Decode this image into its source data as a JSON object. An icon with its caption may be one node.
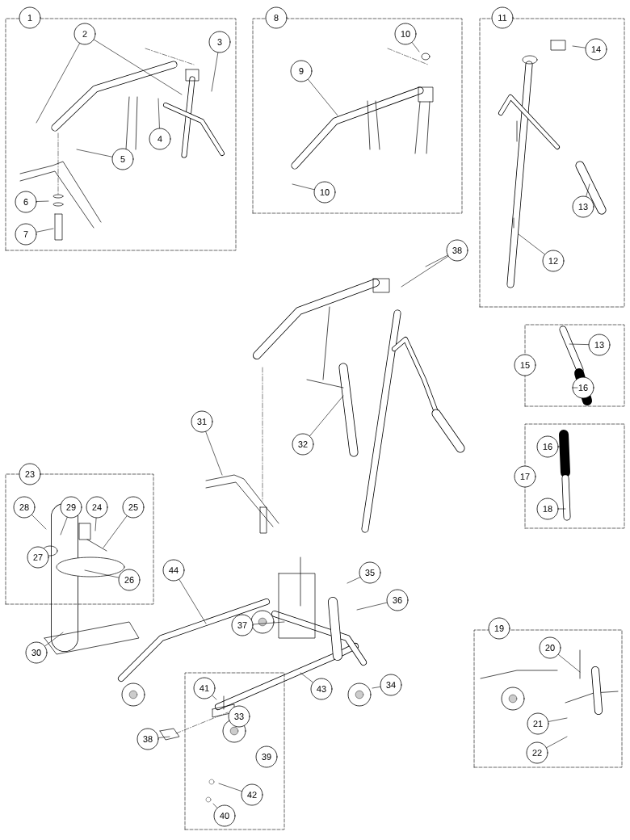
{
  "diagram": {
    "nodes": [
      {
        "text": [],
        "shape": "box"
      },
      {
        "text": [
          "1"
        ]
      },
      {
        "text": [
          "2"
        ],
        "in": 0
      },
      {
        "text": [
          "3"
        ],
        "in": 0
      },
      {
        "text": [
          "4"
        ],
        "in": 0
      },
      {
        "text": [
          "5"
        ],
        "in": 0
      },
      {
        "text": [
          "6"
        ],
        "in": 0
      },
      {
        "text": [
          "7"
        ],
        "in": 0
      },
      {
        "text": [],
        "shape": "box"
      },
      {
        "text": [
          "8"
        ]
      },
      {
        "text": [
          "10"
        ],
        "in": 8
      },
      {
        "text": [
          "9"
        ],
        "in": 8
      },
      {
        "text": [
          "10"
        ],
        "in": 8
      },
      {
        "text": [],
        "shape": "box"
      },
      {
        "text": [
          "11"
        ]
      },
      {
        "text": [
          "14"
        ],
        "in": 13
      },
      {
        "text": [
          "13"
        ],
        "in": 13
      },
      {
        "text": [
          "12"
        ],
        "in": 13
      },
      {
        "text": [
          "38"
        ]
      },
      {
        "text": [],
        "shape": "box"
      },
      {
        "text": [
          "15"
        ]
      },
      {
        "text": [
          "13"
        ],
        "in": 19
      },
      {
        "text": [
          "16"
        ],
        "in": 19
      },
      {
        "text": [],
        "shape": "box"
      },
      {
        "text": [
          "17"
        ]
      },
      {
        "text": [
          "16"
        ],
        "in": 23
      },
      {
        "text": [
          "18"
        ],
        "in": 23
      },
      {
        "text": [
          "31"
        ]
      },
      {
        "text": [
          "32"
        ]
      },
      {
        "text": [],
        "shape": "box"
      },
      {
        "text": [
          "23"
        ]
      },
      {
        "text": [
          "28"
        ],
        "in": 29
      },
      {
        "text": [
          "29"
        ],
        "in": 29
      },
      {
        "text": [
          "24"
        ],
        "in": 29
      },
      {
        "text": [
          "25"
        ],
        "in": 29
      },
      {
        "text": [
          "27"
        ],
        "in": 29
      },
      {
        "text": [
          "26"
        ],
        "in": 29
      },
      {
        "text": [
          "44"
        ]
      },
      {
        "text": [
          "35"
        ]
      },
      {
        "text": [
          "36"
        ]
      },
      {
        "text": [
          "37"
        ]
      },
      {
        "text": [
          "30"
        ]
      },
      {
        "text": [],
        "shape": "box"
      },
      {
        "text": [
          "19"
        ]
      },
      {
        "text": [
          "20"
        ],
        "in": 42
      },
      {
        "text": [
          "21"
        ],
        "in": 42
      },
      {
        "text": [
          "22"
        ],
        "in": 42
      },
      {
        "text": [
          "34"
        ]
      },
      {
        "text": [],
        "shape": "box"
      },
      {
        "text": [
          "41"
        ],
        "in": 48
      },
      {
        "text": [
          "43"
        ]
      },
      {
        "text": [
          "33"
        ],
        "in": 48
      },
      {
        "text": [
          "39"
        ],
        "in": 48
      },
      {
        "text": [
          "38"
        ]
      },
      {
        "text": [
          "42"
        ],
        "in": 48
      },
      {
        "text": [
          "40"
        ],
        "in": 48
      }
    ],
    "edges": [
      {
        "from": 2,
        "to": null,
        "arrow": "none"
      },
      {
        "from": 2,
        "to": null,
        "arrow": "none"
      },
      {
        "from": 3,
        "to": null,
        "arrow": "none"
      },
      {
        "from": 4,
        "to": null,
        "arrow": "none"
      },
      {
        "from": 5,
        "to": null,
        "arrow": "none"
      },
      {
        "from": 6,
        "to": null,
        "arrow": "none"
      },
      {
        "from": 7,
        "to": null,
        "arrow": "none"
      },
      {
        "from": 10,
        "to": null,
        "arrow": "none"
      },
      {
        "from": 11,
        "to": null,
        "arrow": "none"
      },
      {
        "from": 12,
        "to": null,
        "arrow": "none"
      },
      {
        "from": 15,
        "to": null,
        "arrow": "none"
      },
      {
        "from": 16,
        "to": null,
        "arrow": "none"
      },
      {
        "from": 17,
        "to": null,
        "arrow": "none"
      },
      {
        "from": 18,
        "to": null,
        "arrow": "none"
      },
      {
        "from": 18,
        "to": null,
        "arrow": "none"
      },
      {
        "from": 21,
        "to": null,
        "arrow": "none"
      },
      {
        "from": 22,
        "to": null,
        "arrow": "none"
      },
      {
        "from": 25,
        "to": null,
        "arrow": "none"
      },
      {
        "from": 26,
        "to": null,
        "arrow": "none"
      },
      {
        "from": 27,
        "to": null,
        "arrow": "none"
      },
      {
        "from": 28,
        "to": null,
        "arrow": "none"
      },
      {
        "from": 31,
        "to": null,
        "arrow": "none"
      },
      {
        "from": 32,
        "to": null,
        "arrow": "none"
      },
      {
        "from": 33,
        "to": null,
        "arrow": "none"
      },
      {
        "from": 34,
        "to": null,
        "arrow": "none"
      },
      {
        "from": 36,
        "to": null,
        "arrow": "none"
      },
      {
        "from": 37,
        "to": null,
        "arrow": "none"
      },
      {
        "from": 38,
        "to": null,
        "arrow": "none"
      },
      {
        "from": 39,
        "to": null,
        "arrow": "none"
      },
      {
        "from": 40,
        "to": null,
        "arrow": "none"
      },
      {
        "from": 41,
        "to": null,
        "arrow": "none"
      },
      {
        "from": 44,
        "to": null,
        "arrow": "none"
      },
      {
        "from": 45,
        "to": null,
        "arrow": "none"
      },
      {
        "from": 46,
        "to": null,
        "arrow": "none"
      },
      {
        "from": 47,
        "to": null,
        "arrow": "none"
      },
      {
        "from": 49,
        "to": null,
        "arrow": "none"
      },
      {
        "from": 50,
        "to": null,
        "arrow": "none"
      },
      {
        "from": 53,
        "to": null,
        "arrow": "none"
      },
      {
        "from": 54,
        "to": null,
        "arrow": "none"
      },
      {
        "from": 55,
        "to": null,
        "arrow": "none"
      }
    ]
  }
}
